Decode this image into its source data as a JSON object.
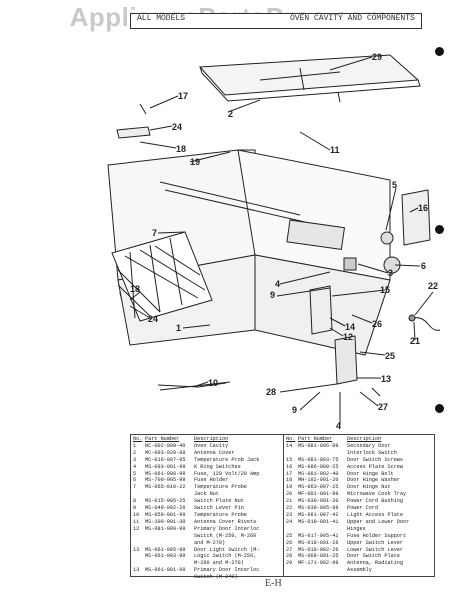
{
  "watermark": "AppliancePartsPros.com",
  "header": {
    "left": "ALL MODELS",
    "right": "OVEN CAVITY AND COMPONENTS"
  },
  "callouts": [
    "29",
    "2",
    "17",
    "24",
    "18",
    "19",
    "11",
    "5",
    "16",
    "7",
    "1",
    "3",
    "6",
    "9",
    "4",
    "15",
    "22",
    "14",
    "12",
    "26",
    "18",
    "24",
    "21",
    "25",
    "10",
    "13",
    "28",
    "27",
    "9",
    "4"
  ],
  "parts_table_left": {
    "headers": [
      "No.",
      "Part Number",
      "Description"
    ],
    "rows": [
      [
        "1",
        "NC-002-009-40",
        "Oven Cavity"
      ],
      [
        "2",
        "MC-093-029-89",
        "Antenna Cover"
      ],
      [
        "3",
        "MC-016-007-95",
        "Temperature Prob Jack"
      ],
      [
        "4",
        "MS-093-001-99",
        "K Ring Switches"
      ],
      [
        "5",
        "MS-061-008-99",
        "Fuse, 120 Volt/20 Amps"
      ],
      [
        "6",
        "MS-700-005-99",
        "Fuse Holder"
      ],
      [
        "7",
        "MS-065-010-22",
        "Temperature Probe"
      ],
      [
        "",
        "",
        "Jack Nut"
      ],
      [
        "8",
        "MS-015-005-25",
        "Switch Plate Nut"
      ],
      [
        "9",
        "MS-049-002-26",
        "Switch Lever Pin"
      ],
      [
        "10",
        "MS-059-001-99",
        "Temperature Probe"
      ],
      [
        "11",
        "MS-100-001-30",
        "Antenna Cover Rivets (7)"
      ],
      [
        "12",
        "MS-081-009-99",
        "Primary Door Interlock"
      ],
      [
        "",
        "",
        "Switch (M-250, M-260"
      ],
      [
        "",
        "",
        "and M-270)"
      ],
      [
        "13",
        "MS-061-005-99",
        "Door Light Switch (M-240)"
      ],
      [
        "",
        "MS-061-003-99",
        "Logic Switch (M-250,"
      ],
      [
        "",
        "",
        "M-260 and M-270)"
      ],
      [
        "13",
        "MS-061-001-99",
        "Primary Door Interlock"
      ],
      [
        "",
        "",
        "Switch (M-240)"
      ]
    ]
  },
  "parts_table_right": {
    "headers": [
      "No.",
      "Part Number",
      "Description"
    ],
    "rows": [
      [
        "14",
        "MS-081-006-99",
        "Secondary Door"
      ],
      [
        "",
        "",
        "Interlock Switch"
      ],
      [
        "15",
        "MS-081-003-75",
        "Door Switch Screws"
      ],
      [
        "16",
        "MS-086-009-25",
        "Access Plate Screw"
      ],
      [
        "17",
        "MS-081-002-40",
        "Door Hinge Bolt"
      ],
      [
        "18",
        "MH-102-001-20",
        "Door Hinge Washer"
      ],
      [
        "19",
        "MS-063-007-25",
        "Door Hinge Nut"
      ],
      [
        "20",
        "MF-001-001-99",
        "Microwave Cook Tray"
      ],
      [
        "21",
        "MS-030-001-20",
        "Power Cord Bushing"
      ],
      [
        "22",
        "MS-030-005-99",
        "Power Cord"
      ],
      [
        "23",
        "MS-081-007-42",
        "Light Access Plate"
      ],
      [
        "24",
        "MS-018-001-41",
        "Upper and Lower Door"
      ],
      [
        "",
        "",
        "Hinges"
      ],
      [
        "25",
        "MS-017-005-41",
        "Fuse Holder Support"
      ],
      [
        "26",
        "MS-018-001-26",
        "Upper Switch Lever"
      ],
      [
        "27",
        "MS-018-002-26",
        "Lower Switch Lever"
      ],
      [
        "28",
        "MS-068-001-25",
        "Door Switch Plate"
      ],
      [
        "29",
        "MF-171-002-99",
        "Antenna, Radiating"
      ],
      [
        "",
        "",
        "Assembly"
      ]
    ]
  },
  "footer_mark": "E-H"
}
